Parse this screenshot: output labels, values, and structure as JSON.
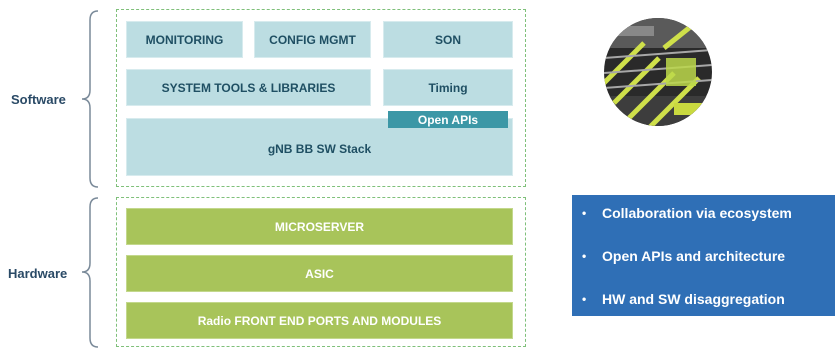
{
  "labels": {
    "software": "Software",
    "hardware": "Hardware"
  },
  "software_blocks": {
    "monitoring": "MONITORING",
    "config_mgmt": "CONFIG MGMT",
    "son": "SON",
    "system_tools": "SYSTEM TOOLS & LIBRARIES",
    "timing": "Timing",
    "open_apis": "Open APIs",
    "gnb_stack": "gNB BB SW Stack"
  },
  "hardware_blocks": {
    "microserver": "MICROSERVER",
    "asic": "ASIC",
    "radio_front_end": "Radio FRONT END PORTS AND MODULES"
  },
  "bullets": {
    "marker": "•",
    "items": [
      "Collaboration via ecosystem",
      "Open APIs and architecture",
      "HW and SW disaggregation"
    ]
  },
  "colors": {
    "software_block": "#bcdde2",
    "open_apis": "#3c97a6",
    "hardware_block": "#a8c45a",
    "dashed_border": "#7fc07a",
    "bullet_box": "#2f6fb6",
    "label_text": "#2a4a66"
  },
  "icons": {
    "photo": "server-hardware-photo"
  }
}
